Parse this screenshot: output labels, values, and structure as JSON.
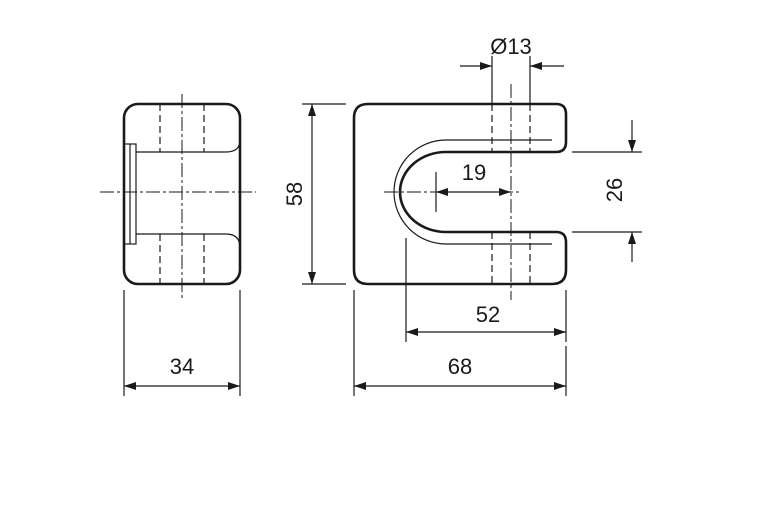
{
  "dimensions": {
    "side_width": "34",
    "front_width": "68",
    "slot_depth": "52",
    "height": "58",
    "slot_width": "26",
    "radius_offset": "19",
    "hole_diameter": "Ø13"
  },
  "colors": {
    "line": "#1a1a1a",
    "background": "#ffffff"
  }
}
